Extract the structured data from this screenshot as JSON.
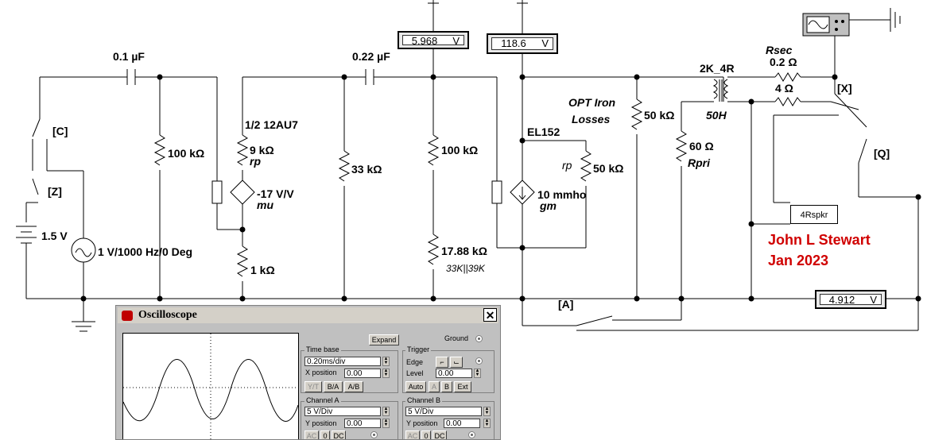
{
  "schematic": {
    "cap1": "0.1 µF",
    "cap2": "0.22 µF",
    "switch_c": "[C]",
    "switch_z": "[Z]",
    "switch_q": "[Q]",
    "switch_a": "[A]",
    "node_x": "[X]",
    "battery": "1.5 V",
    "source": "1 V/1000 Hz/0 Deg",
    "r_100k_a": "100 kΩ",
    "tube1_name": "1/2 12AU7",
    "tube1_rp_val": "9 kΩ",
    "tube1_rp": "rp",
    "tube1_mu_val": "-17 V/V",
    "tube1_mu": "mu",
    "r_1k": "1 kΩ",
    "r_33k": "33 kΩ",
    "r_100k_b": "100 kΩ",
    "r_17k": "17.88 kΩ",
    "r_17k_note": "33K||39K",
    "tube2_name": "EL152",
    "tube2_rp": "rp",
    "tube2_rp_val": "50 kΩ",
    "tube2_gm_val": "10 mmho",
    "tube2_gm": "gm",
    "opt_loss_1": "OPT Iron",
    "opt_loss_2": "Losses",
    "r_50k": "50 kΩ",
    "xfmr_name": "2K_4R",
    "xfmr_ind": "50H",
    "rpri_val": "60 Ω",
    "rpri": "Rpri",
    "rsec": "Rsec",
    "rsec_val": "0.2 Ω",
    "r_4": "4 Ω",
    "spkr": "4Rspkr",
    "author": "John L Stewart",
    "date": "Jan 2023"
  },
  "meters": {
    "m1": {
      "value": "5.968",
      "unit": "V"
    },
    "m2": {
      "value": "118.6",
      "unit": "V"
    },
    "m3": {
      "value": "4.912",
      "unit": "V"
    }
  },
  "oscilloscope": {
    "title": "Oscilloscope",
    "close": "✕",
    "expand": "Expand",
    "ground": "Ground",
    "timebase_label": "Time base",
    "timebase_value": "0.20ms/div",
    "xpos_label": "X position",
    "xpos_value": "0.00",
    "mode_yt": "Y/T",
    "mode_ba": "B/A",
    "mode_ab": "A/B",
    "trigger_label": "Trigger",
    "edge_label": "Edge",
    "level_label": "Level",
    "level_value": "0.00",
    "trig_auto": "Auto",
    "trig_a": "A",
    "trig_b": "B",
    "trig_ext": "Ext",
    "cha_label": "Channel A",
    "cha_value": "5 V/Div",
    "cha_ypos_label": "Y position",
    "cha_ypos_value": "0.00",
    "chb_label": "Channel B",
    "chb_value": "5 V/Div",
    "chb_ypos_label": "Y position",
    "chb_ypos_value": "0.00",
    "coupling_ac": "AC",
    "coupling_0": "0",
    "coupling_dc": "DC"
  }
}
